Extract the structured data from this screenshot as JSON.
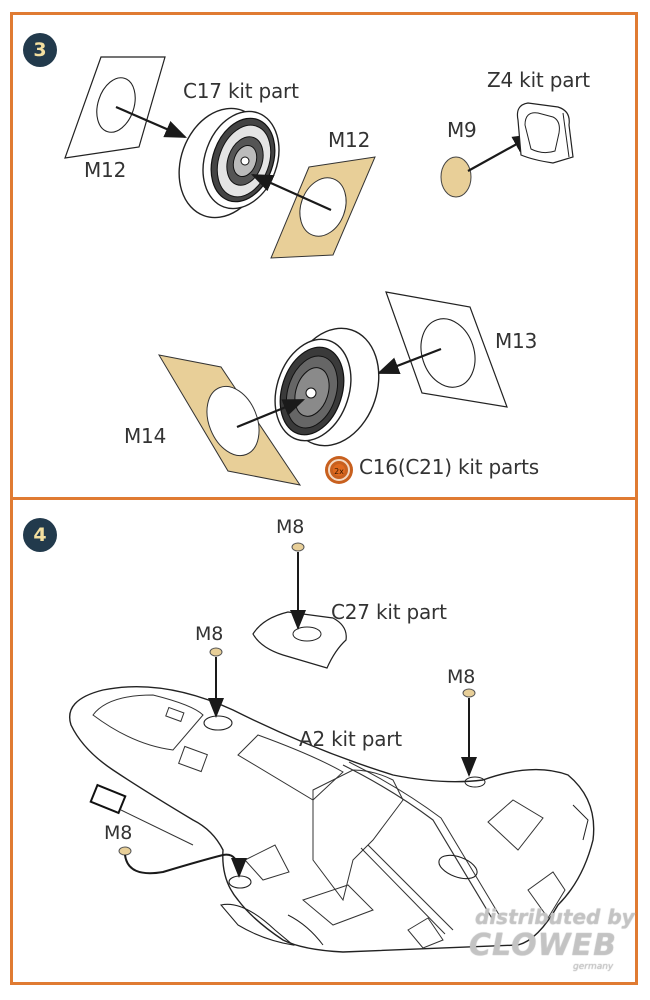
{
  "colors": {
    "frame": "#e07b32",
    "badge_bg": "#223a4c",
    "badge_text": "#f3dfa0",
    "etched_fill": "#e8cf98",
    "line": "#1a1a1a"
  },
  "steps": [
    {
      "number": "3",
      "labels": {
        "c17": "C17 kit part",
        "m12_left": "M12",
        "m12_right": "M12",
        "z4": "Z4 kit part",
        "m9": "M9",
        "m13": "M13",
        "m14": "M14",
        "c16": "C16(C21) kit parts"
      },
      "icons": [
        "mask-sheet-icon",
        "wheel-icon",
        "etched-mask-icon",
        "round-mask-icon",
        "lamp-part-icon",
        "repeat-2x-icon"
      ],
      "repeat_badge": "2x"
    },
    {
      "number": "4",
      "labels": {
        "m8_top": "M8",
        "c27": "C27 kit part",
        "m8_mid": "M8",
        "a2": "A2 kit part",
        "m8_right": "M8",
        "m8_left": "M8"
      },
      "icons": [
        "m8-dot-icon",
        "fuselage-part-icon",
        "hatch-part-icon"
      ]
    }
  ],
  "watermark": {
    "line1": "distributed by",
    "line2": "CLOWEB",
    "line3": "germany"
  }
}
